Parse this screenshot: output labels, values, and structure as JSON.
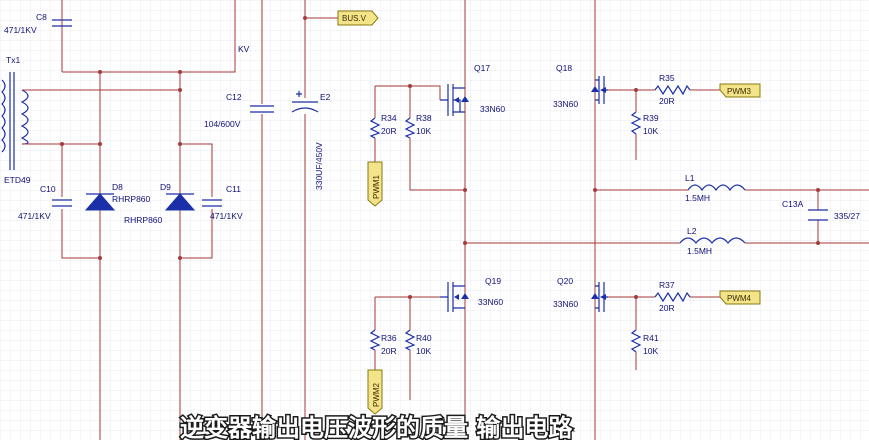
{
  "labels": {
    "c8": "C8",
    "c8_val": "471/1KV",
    "tx1": "Tx1",
    "etd": "ETD49",
    "kv": "KV",
    "c12": "C12",
    "c12_val": "104/600V",
    "e2": "E2",
    "e2_val": "330UF/450V",
    "c10": "C10",
    "c10_val": "471/1KV",
    "d8": "D8",
    "d8_val": "RHRP860",
    "d9": "D9",
    "d9_val": "RHRP860",
    "c11": "C11",
    "c11_val": "471/1KV",
    "q17": "Q17",
    "q17_val": "33N60",
    "r34": "R34",
    "r34_val": "20R",
    "r38": "R38",
    "r38_val": "10K",
    "q18": "Q18",
    "q18_val": "33N60",
    "r35": "R35",
    "r35_val": "20R",
    "r39": "R39",
    "r39_val": "10K",
    "l1": "L1",
    "l1_val": "1.5MH",
    "l2": "L2",
    "l2_val": "1.5MH",
    "c13a": "C13A",
    "c13a_val": "335/27",
    "q19": "Q19",
    "q19_val": "33N60",
    "r36": "R36",
    "r36_val": "20R",
    "r40": "R40",
    "r40_val": "10K",
    "q20": "Q20",
    "q20_val": "33N60",
    "r37": "R37",
    "r37_val": "20R",
    "r41": "R41",
    "r41_val": "10K"
  },
  "ports": {
    "bus_v": "BUS.V",
    "pwm1": "PWM1",
    "pwm2": "PWM2",
    "pwm3": "PWM3",
    "pwm4": "PWM4"
  },
  "subtitle": "逆变器输出电压波形的质量 输出电路",
  "colors": {
    "wire": "#a63a3a",
    "component": "#1a2fa8",
    "grid": "#e9e9f3",
    "port_fill": "#f3e48a"
  }
}
